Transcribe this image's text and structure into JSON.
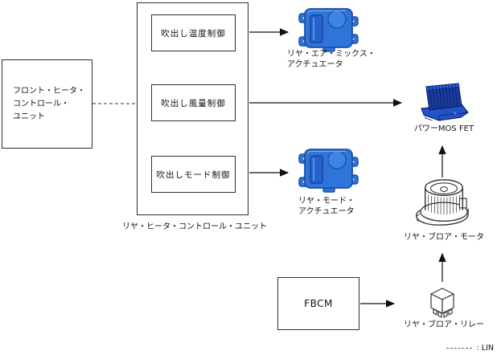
{
  "nodes": {
    "front_unit": {
      "label": "フロント・ヒータ・\nコントロール・\nユニット"
    },
    "rear_unit": {
      "caption": "リヤ・ヒータ・コントロール・ユニット",
      "functions": [
        "吹出し温度制御",
        "吹出し風量制御",
        "吹出しモード制御"
      ]
    },
    "air_mix_actuator": {
      "label": "リヤ・エア・ミックス・\nアクチュエータ"
    },
    "power_mos_fet": {
      "label": "パワーMOS FET"
    },
    "mode_actuator": {
      "label": "リヤ・モード・\nアクチュエータ"
    },
    "blower_motor": {
      "label": "リヤ・ブロア・モータ"
    },
    "fbcm": {
      "label": "FBCM"
    },
    "blower_relay": {
      "label": "リヤ・ブロア・リレー"
    }
  },
  "connections": [
    {
      "from": "front_unit",
      "to": "rear_unit",
      "style": "dashed",
      "meaning": "LIN"
    },
    {
      "from": "rear_unit.吹出し温度制御",
      "to": "air_mix_actuator",
      "style": "arrow"
    },
    {
      "from": "rear_unit.吹出し風量制御",
      "to": "power_mos_fet",
      "style": "arrow"
    },
    {
      "from": "rear_unit.吹出しモード制御",
      "to": "mode_actuator",
      "style": "arrow"
    },
    {
      "from": "blower_motor",
      "to": "power_mos_fet",
      "style": "arrow"
    },
    {
      "from": "blower_relay",
      "to": "blower_motor",
      "style": "arrow"
    },
    {
      "from": "fbcm",
      "to": "blower_relay",
      "style": "arrow"
    }
  ],
  "legend": {
    "lin_label": ": LIN",
    "lin_line_style": "dashed"
  },
  "colors": {
    "component_blue": "#2e74d9",
    "component_blue_dark": "#1c4fa8",
    "heatsink_blue": "#1a3a9e",
    "line_black": "#111111"
  }
}
